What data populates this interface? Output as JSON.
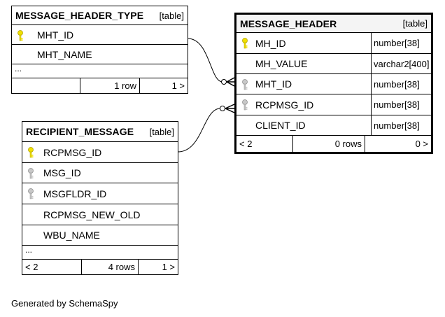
{
  "tables": {
    "message_header_type": {
      "name": "MESSAGE_HEADER_TYPE",
      "kind": "[table]",
      "columns": [
        {
          "name": "MHT_ID",
          "key": "primary"
        },
        {
          "name": "MHT_NAME",
          "key": "none"
        }
      ],
      "ellipsis": "...",
      "footer": {
        "prev": "",
        "rows": "1 row",
        "next": "1 >"
      }
    },
    "message_header": {
      "name": "MESSAGE_HEADER",
      "kind": "[table]",
      "columns": [
        {
          "name": "MH_ID",
          "type": "number[38]",
          "key": "primary"
        },
        {
          "name": "MH_VALUE",
          "type": "varchar2[400]",
          "key": "none"
        },
        {
          "name": "MHT_ID",
          "type": "number[38]",
          "key": "foreign"
        },
        {
          "name": "RCPMSG_ID",
          "type": "number[38]",
          "key": "foreign"
        },
        {
          "name": "CLIENT_ID",
          "type": "number[38]",
          "key": "none"
        }
      ],
      "footer": {
        "prev": "< 2",
        "rows": "0 rows",
        "next": "0 >"
      }
    },
    "recipient_message": {
      "name": "RECIPIENT_MESSAGE",
      "kind": "[table]",
      "columns": [
        {
          "name": "RCPMSG_ID",
          "key": "primary"
        },
        {
          "name": "MSG_ID",
          "key": "foreign"
        },
        {
          "name": "MSGFLDR_ID",
          "key": "foreign"
        },
        {
          "name": "RCPMSG_NEW_OLD",
          "key": "none"
        },
        {
          "name": "WBU_NAME",
          "key": "none"
        }
      ],
      "ellipsis": "...",
      "footer": {
        "prev": "< 2",
        "rows": "4 rows",
        "next": "1 >"
      }
    }
  },
  "credit": "Generated by SchemaSpy",
  "colors": {
    "primary_key": "#f0e000",
    "foreign_key": "#a0a0a0"
  }
}
